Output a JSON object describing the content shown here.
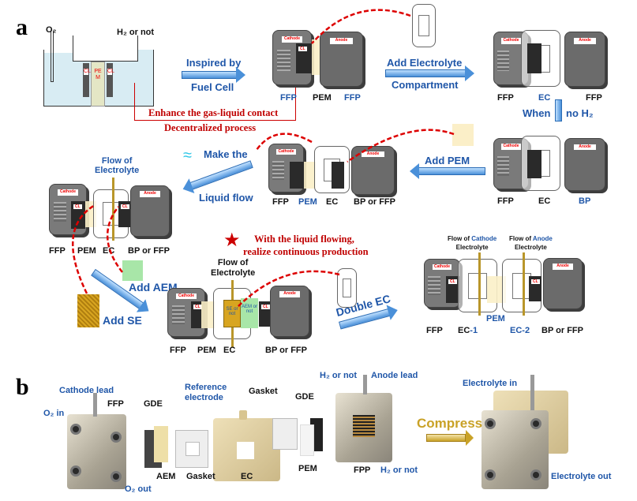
{
  "panels": {
    "a": "a",
    "b": "b"
  },
  "beaker": {
    "o2": "O₂",
    "h2": "H₂ or not",
    "cl": "CL",
    "pem": "PEM"
  },
  "plate_tags": {
    "cathode": "Cathode",
    "anode": "Anode",
    "cl": "CL"
  },
  "steps": {
    "inspired_1": "Inspired by",
    "inspired_2": "Fuel Cell",
    "enhance": "Enhance the gas-liquid contact",
    "decentral": "Decentralized process",
    "add_ec_1": "Add Electrolyte",
    "add_ec_2": "Compartment",
    "when": "When",
    "no_h2": "no H₂",
    "add_pem": "Add PEM",
    "liquid_1": "Make the",
    "liquid_2": "Liquid flow",
    "add_aem": "Add AEM",
    "add_se": "Add  SE",
    "continuous_1": "With the liquid flowing,",
    "continuous_2": "realize continuous production",
    "double_ec": "Double EC"
  },
  "flow_electrolyte": [
    "Flow of",
    "Electrolyte"
  ],
  "flow_cathode": {
    "a": "Flow of ",
    "b": "Cathode",
    "c": "Electrolyte"
  },
  "flow_anode": {
    "a": "Flow of ",
    "b": "Anode",
    "c": "Electrolyte"
  },
  "se_tag": "SE or not",
  "aem_tag": "AEM or not",
  "labels": {
    "s1": [
      "FFP",
      "PEM",
      "FFP"
    ],
    "s2": [
      "FFP",
      "EC",
      "FFP"
    ],
    "s3": [
      "FFP",
      "EC",
      "BP"
    ],
    "s4": [
      "FFP",
      "PEM",
      "EC",
      "BP or FFP"
    ],
    "s5": [
      "FFP",
      "PEM",
      "EC",
      "BP or FFP"
    ],
    "s6": [
      "FFP",
      "PEM",
      "EC",
      "BP or FFP"
    ],
    "s7": [
      "FFP",
      "EC",
      "-1",
      "PEM",
      "EC-2",
      "BP or FFP"
    ]
  },
  "photo_labels": {
    "cathode_lead": "Cathode lead",
    "ffp": "FFP",
    "o2_in": "O₂ in",
    "gde1": "GDE",
    "aem": "AEM",
    "o2_out": "O₂ out",
    "gasket1": "Gasket",
    "ref_1": "Reference",
    "ref_2": "electrode",
    "ec": "EC",
    "gasket2": "Gasket",
    "gde2": "GDE",
    "pem": "PEM",
    "h2_top": "H₂ or not",
    "anode_lead": "Anode lead",
    "fpp": "FPP",
    "h2_bottom": "H₂ or not",
    "compress": "Compress",
    "electrolyte_in": "Electrolyte in",
    "electrolyte_out": "Electrolyte out"
  },
  "colors": {
    "label_blue": "#1f56a8",
    "annotation_red": "#c00000",
    "compress": "#c9a227"
  }
}
